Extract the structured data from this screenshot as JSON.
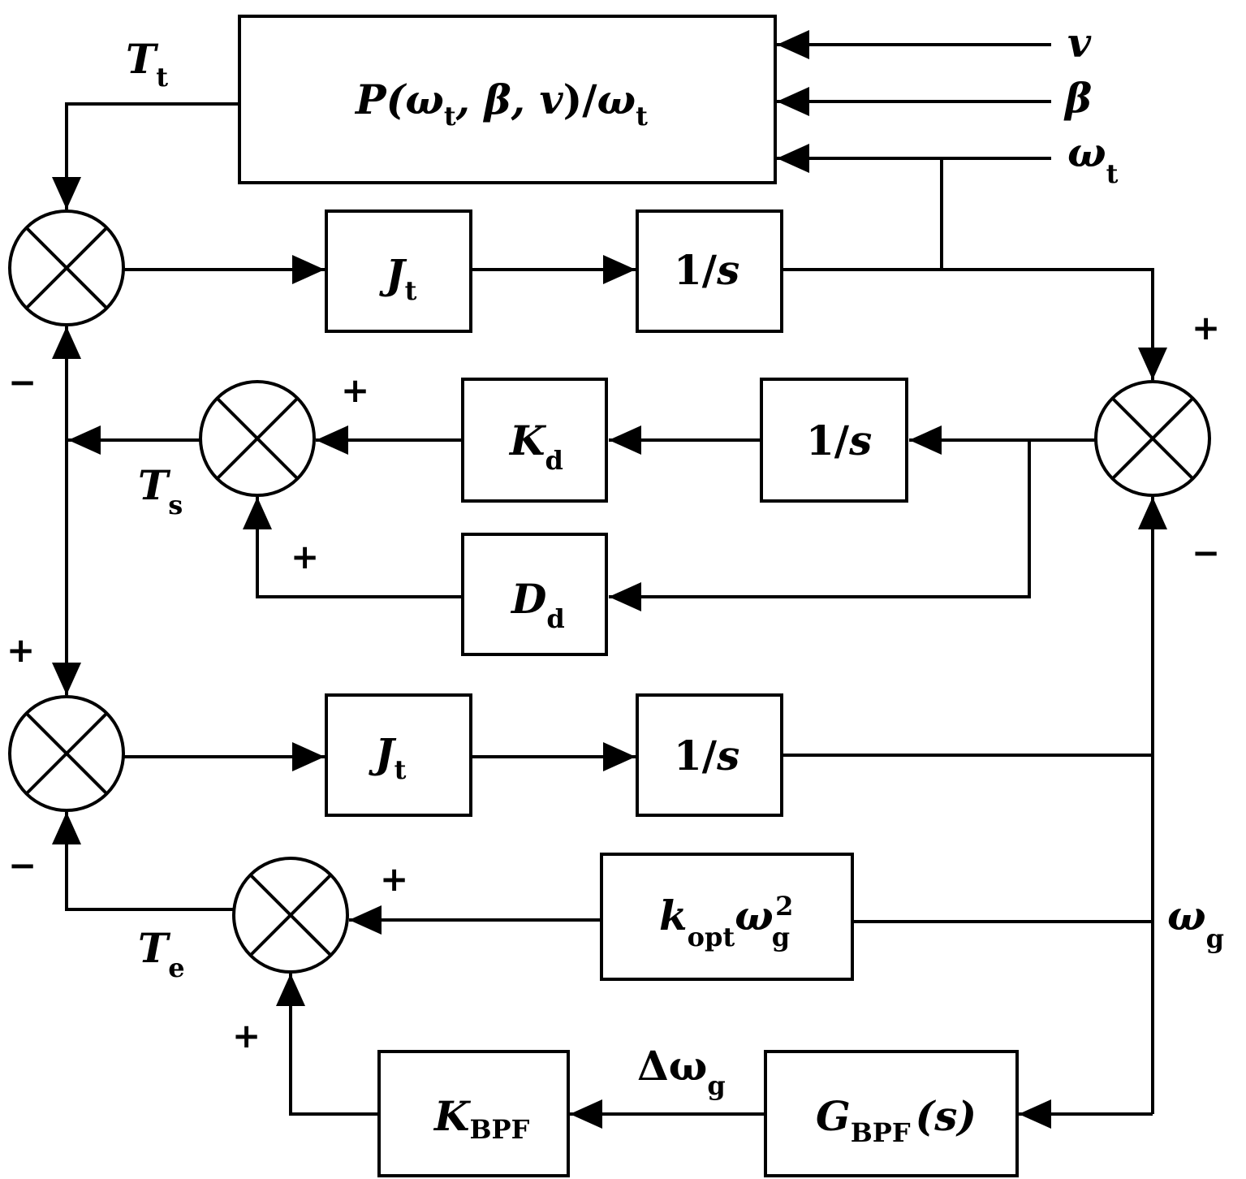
{
  "blocks": {
    "power": {
      "p": "P(",
      "w": "ω",
      "t1": "t",
      "mid": ", β, ",
      "v": "v",
      "close": ")/",
      "w2": "ω",
      "t2": "t"
    },
    "jt_top": {
      "main": "J",
      "sub": "t"
    },
    "int_top": {
      "num": "1/",
      "s": "s"
    },
    "int_mid": {
      "num": "1/",
      "s": "s"
    },
    "kd": {
      "main": "K",
      "sub": "d"
    },
    "dd": {
      "main": "D",
      "sub": "d"
    },
    "jt_bottom": {
      "main": "J",
      "sub": "t"
    },
    "int_bottom": {
      "num": "1/",
      "s": "s"
    },
    "kopt": {
      "k": "k",
      "sub": "opt",
      "w": "ω",
      "sub2": "g",
      "sup": "2"
    },
    "kbpf": {
      "main": "K",
      "sub": "BPF"
    },
    "gbpf": {
      "main": "G",
      "sub": "BPF",
      "arg": "(s)"
    }
  },
  "signals": {
    "v": "v",
    "beta": "β",
    "omega_t": {
      "main": "ω",
      "sub": "t"
    },
    "Tt": {
      "main": "T",
      "sub": "t"
    },
    "Ts": {
      "main": "T",
      "sub": "s"
    },
    "Te": {
      "main": "T",
      "sub": "e"
    },
    "omega_g": {
      "main": "ω",
      "sub": "g"
    },
    "delta_omega_g": {
      "main": "Δω",
      "sub": "g"
    }
  },
  "signs": {
    "plus": "+",
    "minus": "−"
  }
}
